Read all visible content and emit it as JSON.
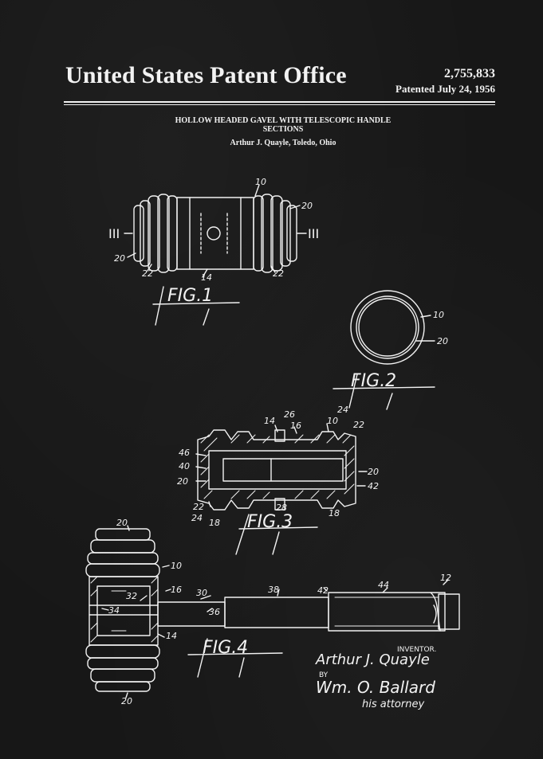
{
  "header": {
    "office": "United States Patent Office",
    "patent_number": "2,755,833",
    "patented_date": "Patented July 24, 1956"
  },
  "patent": {
    "title": "HOLLOW HEADED GAVEL WITH TELESCOPIC HANDLE SECTIONS",
    "inventor_line": "Arthur J. Quayle, Toledo, Ohio"
  },
  "figures": {
    "fig1": "FIG.1",
    "fig2": "FIG.2",
    "fig3": "FIG.3",
    "fig4": "FIG.4",
    "section_mark": "III"
  },
  "reference_numerals": {
    "n10": "10",
    "n12": "12",
    "n14": "14",
    "n16": "16",
    "n18": "18",
    "n20": "20",
    "n22": "22",
    "n24": "24",
    "n26": "26",
    "n28": "28",
    "n30": "30",
    "n32": "32",
    "n34": "34",
    "n36": "36",
    "n38": "38",
    "n40": "40",
    "n42": "42",
    "n44": "44",
    "n46": "46"
  },
  "signature_block": {
    "inventor_label": "INVENTOR.",
    "inventor_name": "Arthur J. Quayle",
    "by_label": "BY",
    "attorney_name": "Wm. O. Ballard",
    "attorney_label": "his attorney"
  },
  "colors": {
    "background": "#171717",
    "ink": "#f2f2f2"
  }
}
